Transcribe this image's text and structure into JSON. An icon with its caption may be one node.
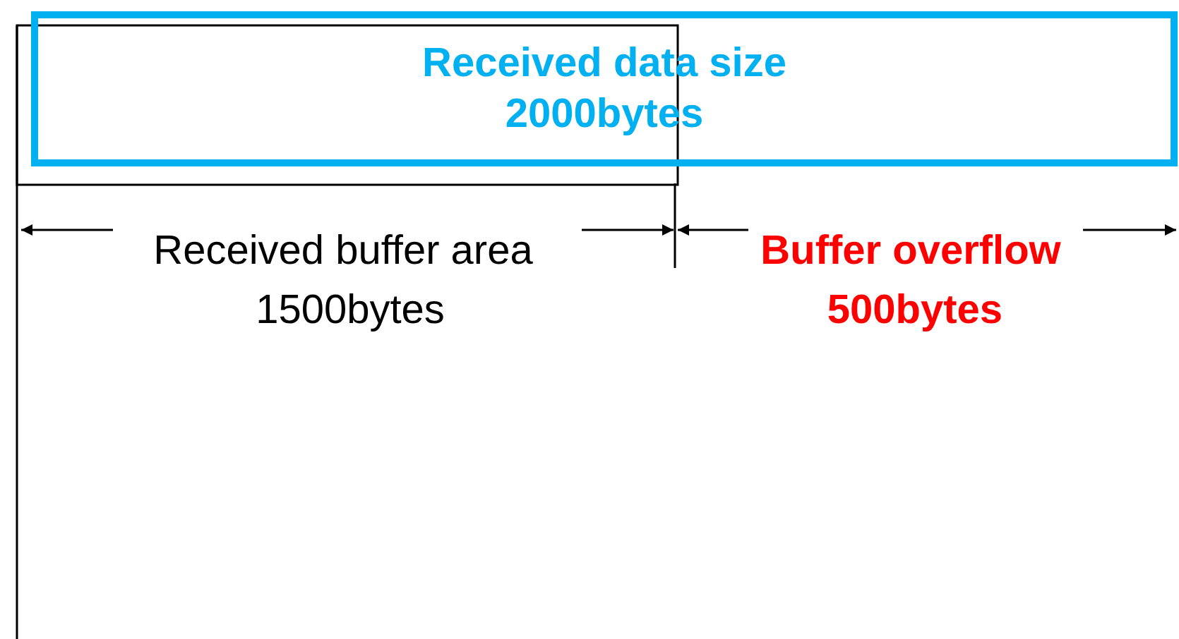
{
  "diagram": {
    "nodes": [
      {
        "text": [
          "Received data size",
          "2000bytes"
        ]
      }
    ],
    "labels": [
      "Received buffer area",
      "1500bytes",
      "Buffer overflow",
      "500bytes"
    ]
  }
}
